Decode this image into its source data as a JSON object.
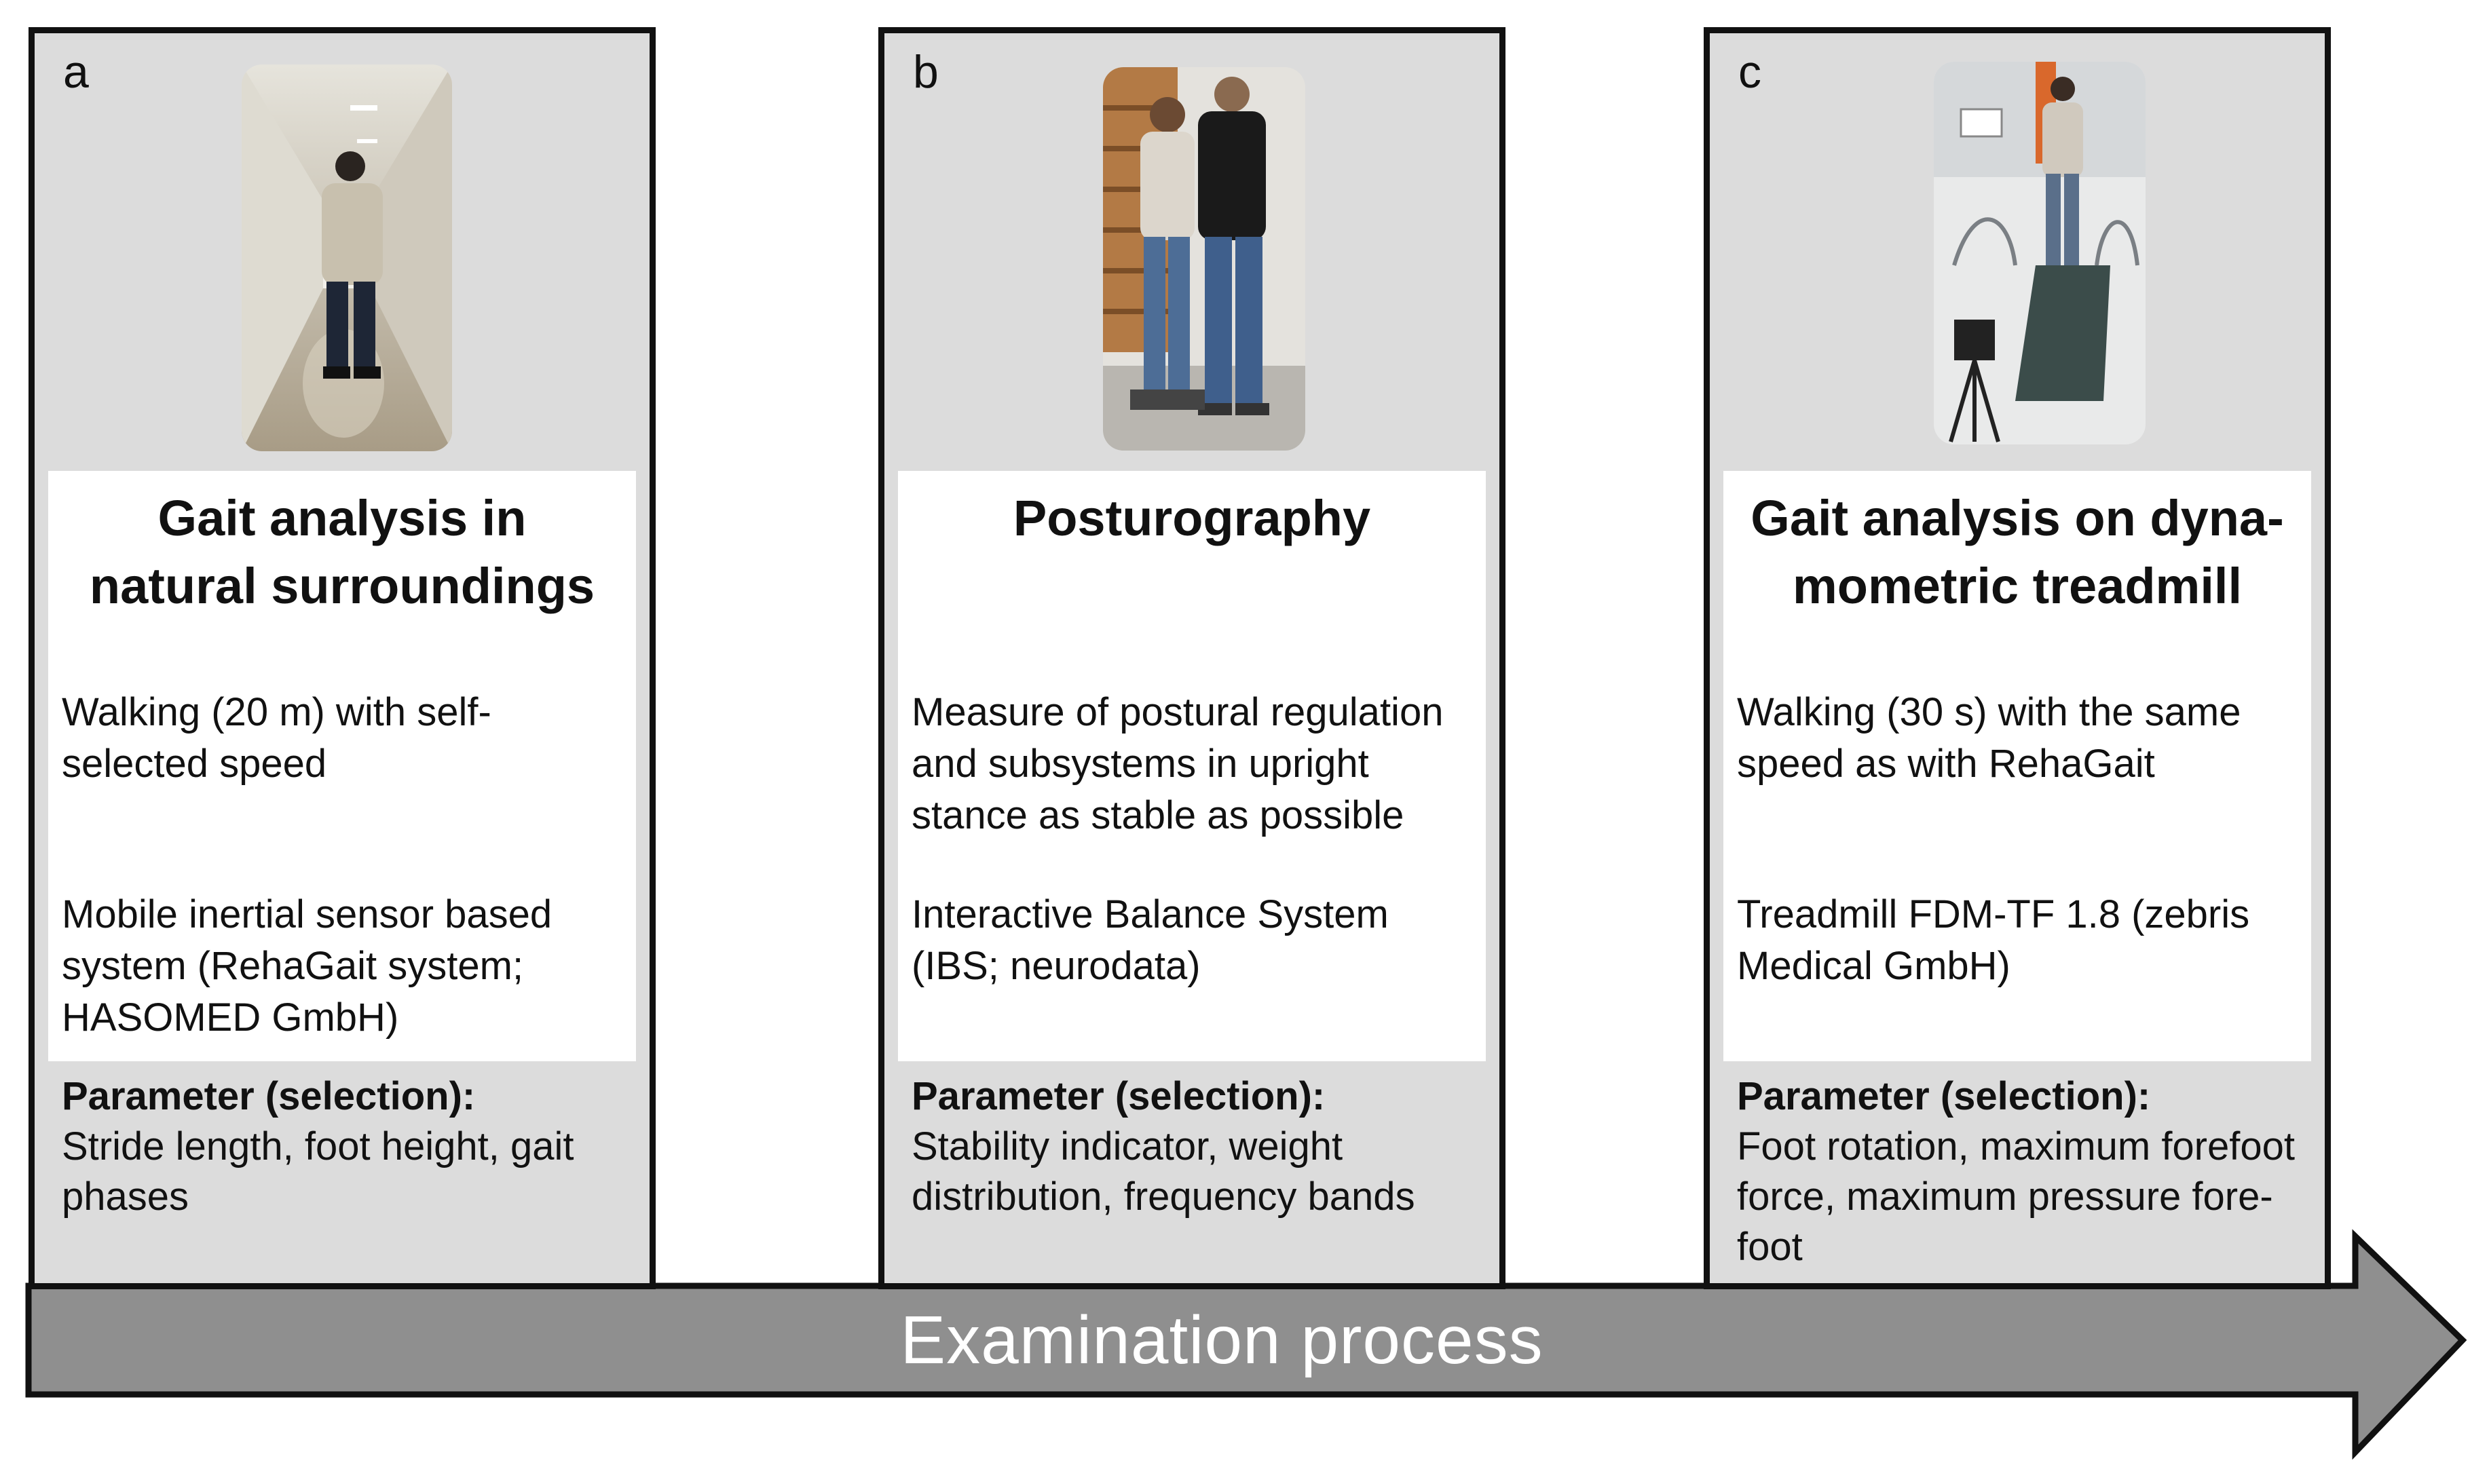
{
  "panels": [
    {
      "letter": "a",
      "title_lines": [
        "Gait analysis in",
        "natural surroundings"
      ],
      "description": [
        "Walking (20 m) with self-",
        "selected speed"
      ],
      "system": [
        "Mobile inertial sensor based",
        "system (RehaGait system;",
        "HASOMED GmbH)"
      ],
      "params_heading": "Parameter (selection):",
      "params": [
        "Stride length, foot height, gait",
        "phases"
      ]
    },
    {
      "letter": "b",
      "title_lines": [
        "Posturography"
      ],
      "description": [
        "Measure of postural regulation",
        "and subsystems in upright",
        "stance as stable as possible"
      ],
      "system": [
        "Interactive Balance System",
        "(IBS; neurodata)"
      ],
      "params_heading": "Parameter (selection):",
      "params": [
        "Stability indicator, weight",
        "distribution, frequency bands"
      ]
    },
    {
      "letter": "c",
      "title_lines": [
        "Gait analysis on dyna-",
        "mometric treadmill"
      ],
      "description": [
        "Walking (30 s) with the same",
        "speed as with RehaGait"
      ],
      "system": [
        "Treadmill FDM-TF 1.8 (zebris",
        "Medical GmbH)"
      ],
      "params_heading": "Parameter (selection):",
      "params": [
        "Foot rotation, maximum forefoot",
        "force, maximum pressure fore-",
        "foot"
      ]
    }
  ],
  "process_arrow": {
    "label": "Examination process"
  },
  "colors": {
    "panel_bg": "#dcdcdc",
    "arrow_fill": "#8f8f8f",
    "border": "#111111"
  }
}
